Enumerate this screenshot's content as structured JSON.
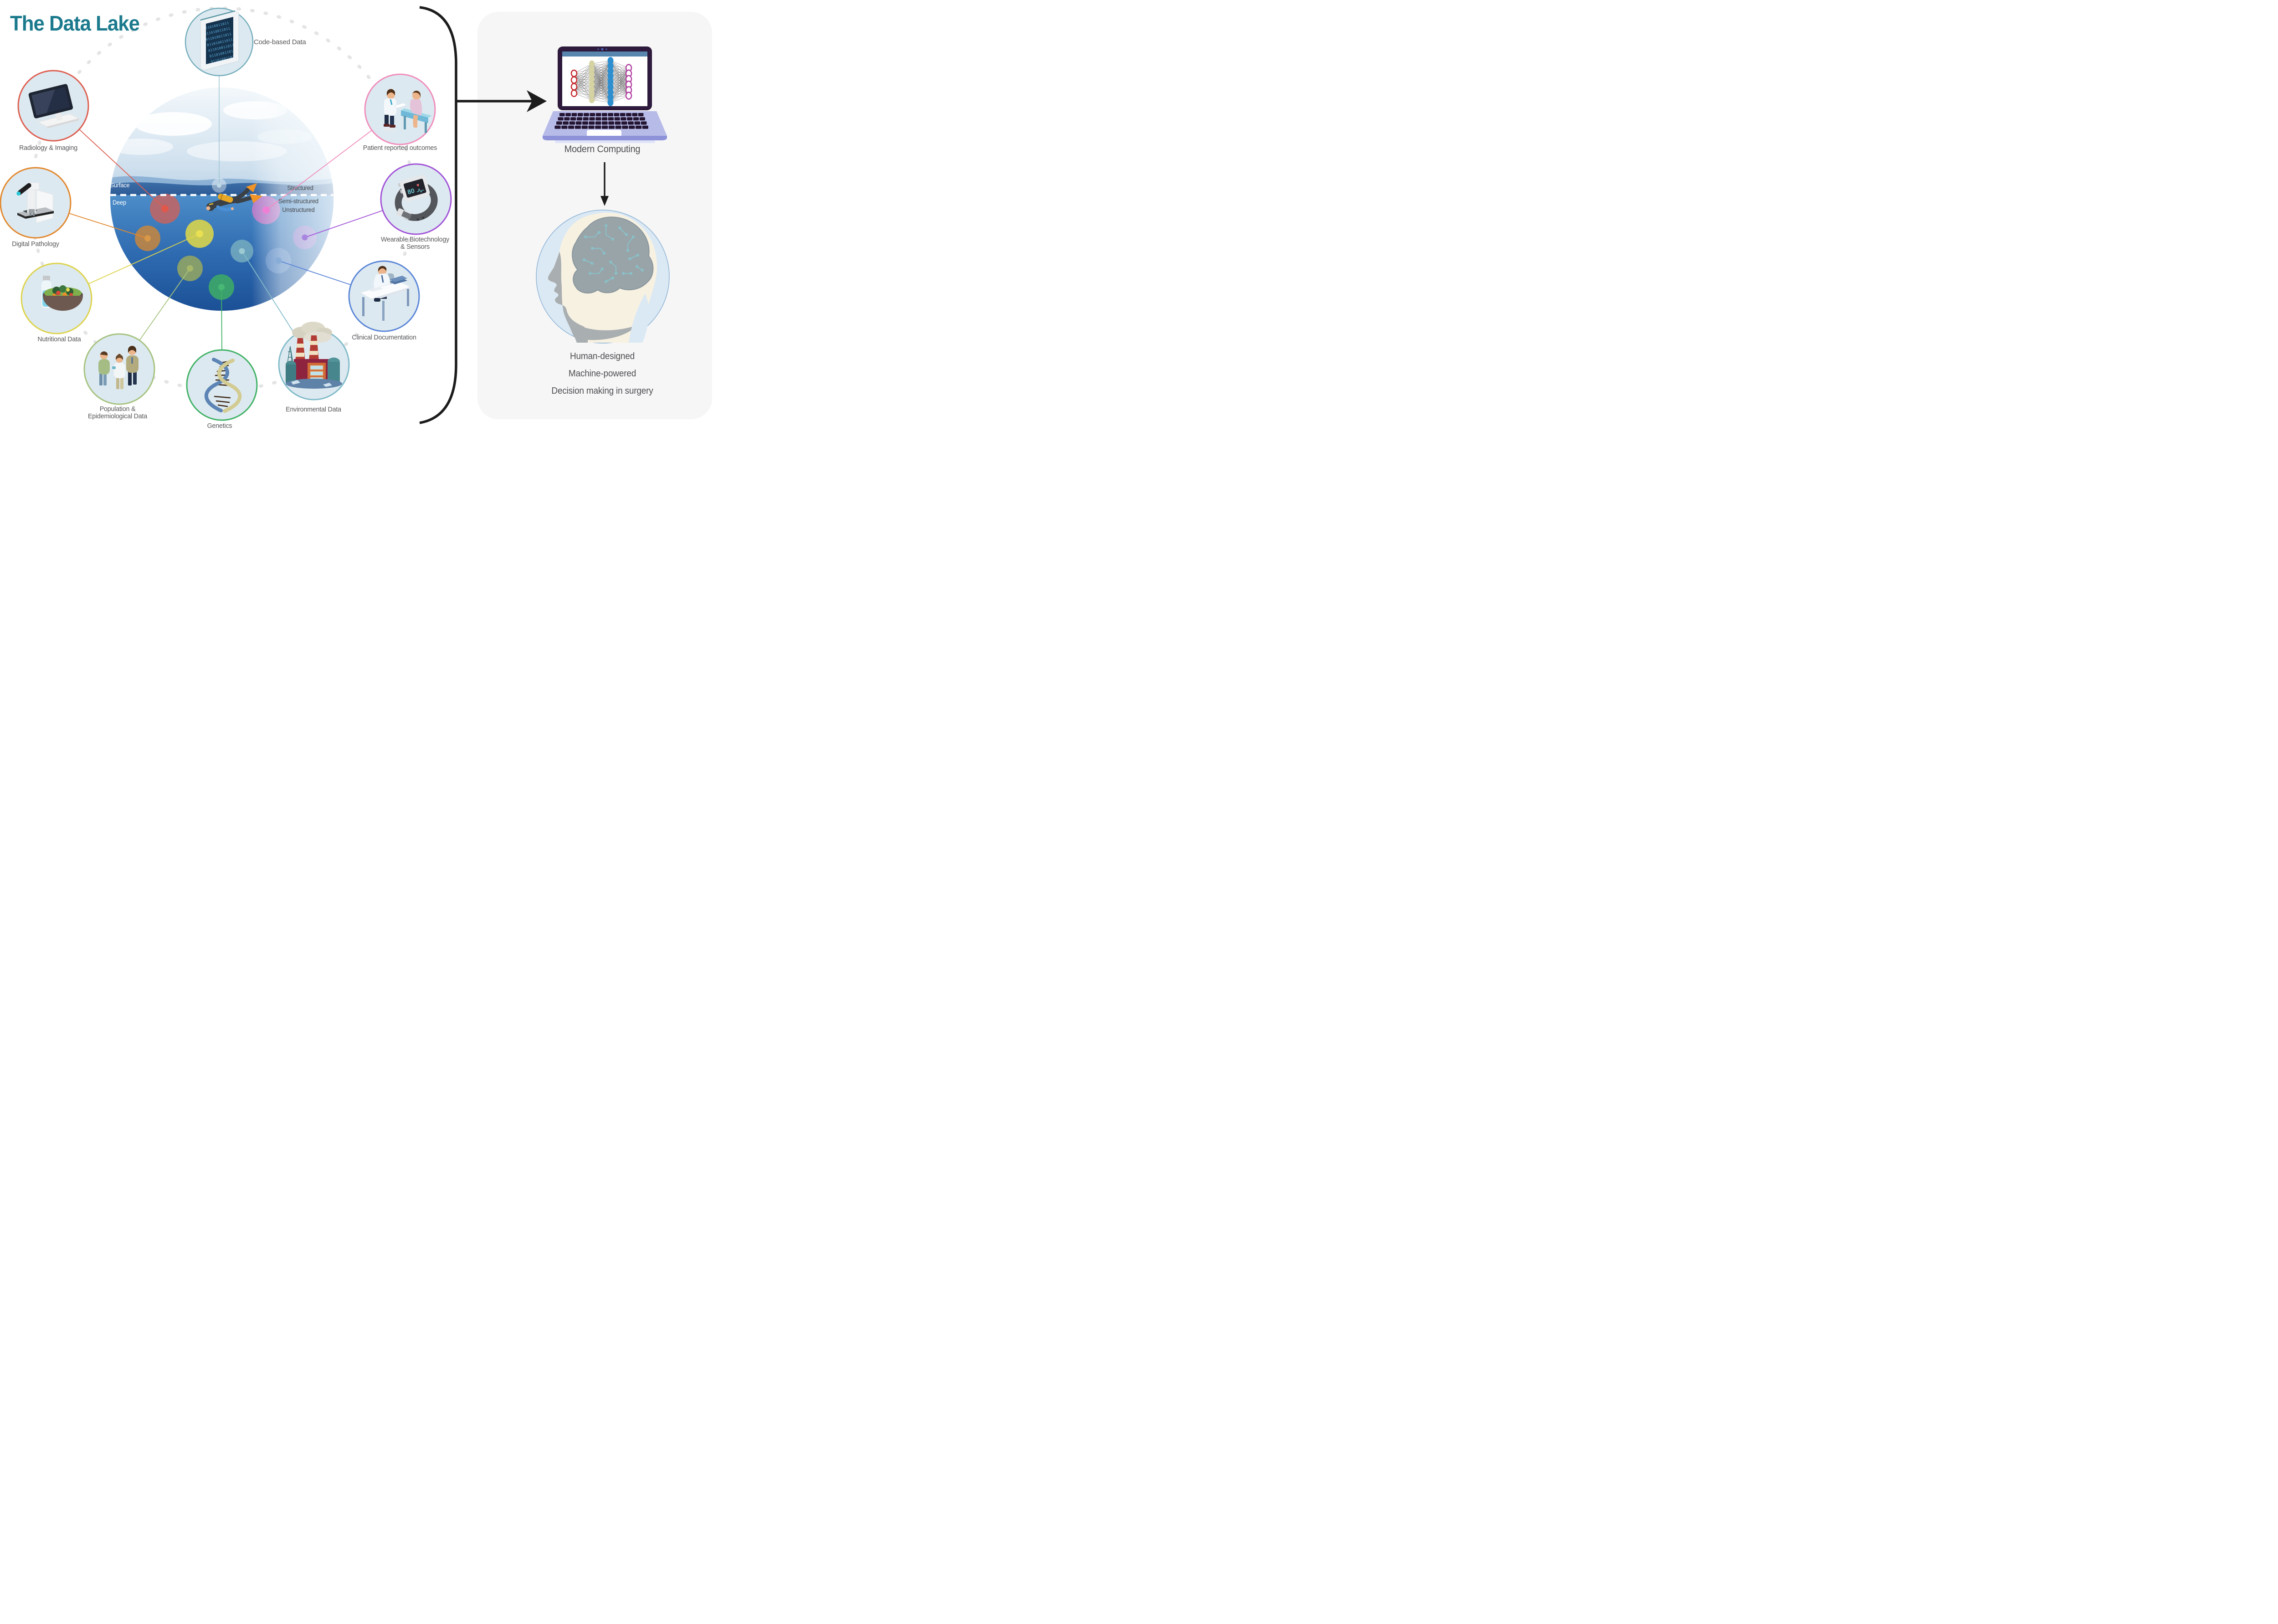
{
  "title": "The Data Lake",
  "title_color": "#1b7a8d",
  "lake": {
    "surface_label": "Surface",
    "deep_label": "Deep",
    "structured_label": "Structured",
    "semi_structured_label": "Semi-structured",
    "unstructured_label": "Unstructured"
  },
  "sources": [
    {
      "id": "code-based-data",
      "label": "Code-based Data",
      "color": "#74aebc",
      "icon": "binary-panel-icon",
      "binary": "011010011011"
    },
    {
      "id": "radiology-imaging",
      "label": "Radiology & Imaging",
      "color": "#dd5f51",
      "icon": "monitor-icon"
    },
    {
      "id": "digital-pathology",
      "label": "Digital Pathology",
      "color": "#e2892f",
      "icon": "microscope-icon"
    },
    {
      "id": "nutritional-data",
      "label": "Nutritional Data",
      "color": "#ddd44e",
      "icon": "bottle-salad-icon"
    },
    {
      "id": "population-epidemiological-data",
      "label": "Population &",
      "label2": "Epidemiological Data",
      "color": "#a6c380",
      "icon": "people-icon"
    },
    {
      "id": "genetics",
      "label": "Genetics",
      "color": "#41b266",
      "icon": "dna-icon"
    },
    {
      "id": "environmental-data",
      "label": "Environmental Data",
      "color": "#82bcca",
      "icon": "factory-icon"
    },
    {
      "id": "clinical-documentation",
      "label": "Clinical Documentation",
      "color": "#5b86d8",
      "icon": "doctor-desk-icon"
    },
    {
      "id": "wearable-biotechnology-sensors",
      "label": "Wearable Biotechnology",
      "label2": "& Sensors",
      "color": "#a254d8",
      "icon": "smartwatch-icon",
      "watch_value": "80"
    },
    {
      "id": "patient-reported-outcomes",
      "label": "Patient reported outcomes",
      "color": "#f08ebc",
      "icon": "doctor-patient-icon"
    }
  ],
  "modern_computing": {
    "label": "Modern Computing",
    "network_layers": [
      4,
      8,
      9,
      6
    ],
    "node_colors": {
      "input": "#c42127",
      "hidden1": "#d5d3a2",
      "hidden2": "#2e8fd0",
      "output": "#b03a9e"
    }
  },
  "outcome": {
    "lines": [
      "Human-designed",
      "Machine-powered",
      "Decision making in surgery"
    ]
  }
}
